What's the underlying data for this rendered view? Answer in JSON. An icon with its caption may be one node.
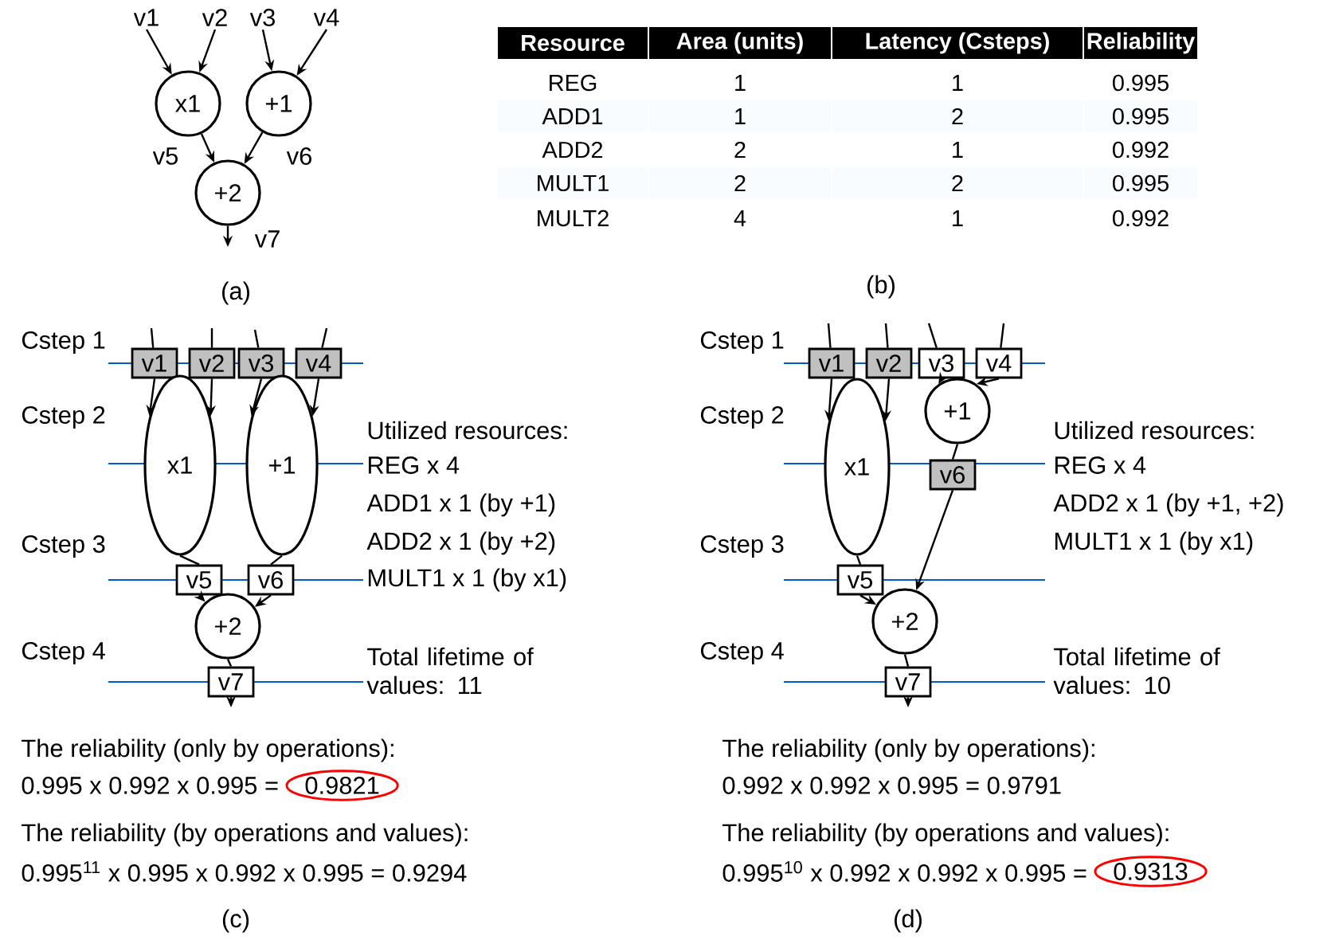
{
  "diagram": {
    "nodes": [
      {
        "text": [
          "v1"
        ]
      },
      {
        "text": [
          "v2"
        ]
      },
      {
        "text": [
          "v3"
        ]
      },
      {
        "text": [
          "v4"
        ]
      },
      {
        "text": [
          "x1"
        ]
      },
      {
        "text": [
          "+1"
        ]
      },
      {
        "text": [
          "+2"
        ]
      },
      {
        "text": [
          "v1"
        ]
      },
      {
        "text": [
          "v2"
        ]
      },
      {
        "text": [
          "v3"
        ]
      },
      {
        "text": [
          "v4"
        ]
      },
      {
        "text": [
          "x1"
        ]
      },
      {
        "text": [
          "+1"
        ]
      },
      {
        "text": [
          "v5"
        ]
      },
      {
        "text": [
          "v6"
        ]
      },
      {
        "text": [
          "+2"
        ]
      },
      {
        "text": [
          "v7"
        ]
      },
      {
        "text": [
          "v1"
        ]
      },
      {
        "text": [
          "v2"
        ]
      },
      {
        "text": [
          "v3"
        ]
      },
      {
        "text": [
          "v4"
        ]
      },
      {
        "text": [
          "x1"
        ]
      },
      {
        "text": [
          "+1"
        ]
      },
      {
        "text": [
          "v6"
        ]
      },
      {
        "text": [
          "v5"
        ]
      },
      {
        "text": [
          "+2"
        ]
      },
      {
        "text": [
          "v7"
        ]
      },
      {
        "text": [
          "0.9821"
        ]
      },
      {
        "text": [
          "0.9313"
        ]
      }
    ],
    "edges": [
      {
        "from": 0,
        "to": 4,
        "arrow": "to"
      },
      {
        "from": 1,
        "to": 4,
        "arrow": "to"
      },
      {
        "from": 2,
        "to": 5,
        "arrow": "to"
      },
      {
        "from": 3,
        "to": 5,
        "arrow": "to"
      },
      {
        "from": 4,
        "to": 6,
        "arrow": "to",
        "label": "v5"
      },
      {
        "from": 5,
        "to": 6,
        "arrow": "to",
        "label": "v6"
      },
      {
        "from": 6,
        "to": null,
        "arrow": "to",
        "label": "v7"
      },
      {
        "from": null,
        "to": 7,
        "arrow": "none"
      },
      {
        "from": null,
        "to": 8,
        "arrow": "none"
      },
      {
        "from": null,
        "to": 9,
        "arrow": "none"
      },
      {
        "from": null,
        "to": 10,
        "arrow": "none"
      },
      {
        "from": 7,
        "to": 11,
        "arrow": "to"
      },
      {
        "from": 8,
        "to": 11,
        "arrow": "to"
      },
      {
        "from": 9,
        "to": 12,
        "arrow": "to"
      },
      {
        "from": 10,
        "to": 12,
        "arrow": "to"
      },
      {
        "from": 11,
        "to": 13,
        "arrow": "none"
      },
      {
        "from": 12,
        "to": 14,
        "arrow": "none"
      },
      {
        "from": 13,
        "to": 15,
        "arrow": "to"
      },
      {
        "from": 14,
        "to": 15,
        "arrow": "to"
      },
      {
        "from": 15,
        "to": 16,
        "arrow": "none"
      },
      {
        "from": 16,
        "to": null,
        "arrow": "to"
      },
      {
        "from": null,
        "to": 17,
        "arrow": "none"
      },
      {
        "from": null,
        "to": 18,
        "arrow": "none"
      },
      {
        "from": null,
        "to": 19,
        "arrow": "none"
      },
      {
        "from": null,
        "to": 20,
        "arrow": "none"
      },
      {
        "from": 17,
        "to": 21,
        "arrow": "to"
      },
      {
        "from": 18,
        "to": 21,
        "arrow": "to"
      },
      {
        "from": 19,
        "to": 22,
        "arrow": "to"
      },
      {
        "from": 20,
        "to": 22,
        "arrow": "to"
      },
      {
        "from": 21,
        "to": 24,
        "arrow": "none"
      },
      {
        "from": 22,
        "to": 23,
        "arrow": "none"
      },
      {
        "from": 24,
        "to": 25,
        "arrow": "to"
      },
      {
        "from": 23,
        "to": 25,
        "arrow": "to"
      },
      {
        "from": 25,
        "to": 26,
        "arrow": "none"
      },
      {
        "from": 26,
        "to": null,
        "arrow": "to"
      }
    ],
    "labels": [
      "(a)",
      "Resource",
      "Area (units)",
      "Latency (Csteps)",
      "Reliability",
      "REG",
      "1",
      "1",
      "0.995",
      "ADD1",
      "1",
      "2",
      "0.995",
      "ADD2",
      "2",
      "1",
      "0.992",
      "MULT1",
      "2",
      "2",
      "0.995",
      "MULT2",
      "4",
      "1",
      "0.992",
      "(b)",
      "Cstep 1",
      "Cstep 2",
      "Cstep 3",
      "Cstep 4",
      "Utilized resources:",
      "REG x 4",
      "ADD1 x 1 (by +1)",
      "ADD2 x 1 (by +2)",
      "MULT1 x 1 (by x1)",
      "Total lifetime of values: 11",
      "The reliability (only by operations):",
      "0.995 x 0.992 x 0.995 =",
      "The reliability (by operations and values):",
      "0.995$^{11}$ x 0.995 x 0.992 x 0.995 = 0.9294",
      "(c)",
      "Cstep 1",
      "Cstep 2",
      "Cstep 3",
      "Cstep 4",
      "Utilized resources:",
      "REG x 4",
      "ADD2 x 1 (by +1, +2)",
      "MULT1 x 1 (by x1)",
      "Total lifetime of values: 10",
      "The reliability (only by operations):",
      "0.992 x 0.992 x 0.995 = 0.9791",
      "The reliability (by operations and values):",
      "0.995$^{10}$ x 0.992 x 0.992 x 0.995 =",
      "(d)"
    ]
  }
}
